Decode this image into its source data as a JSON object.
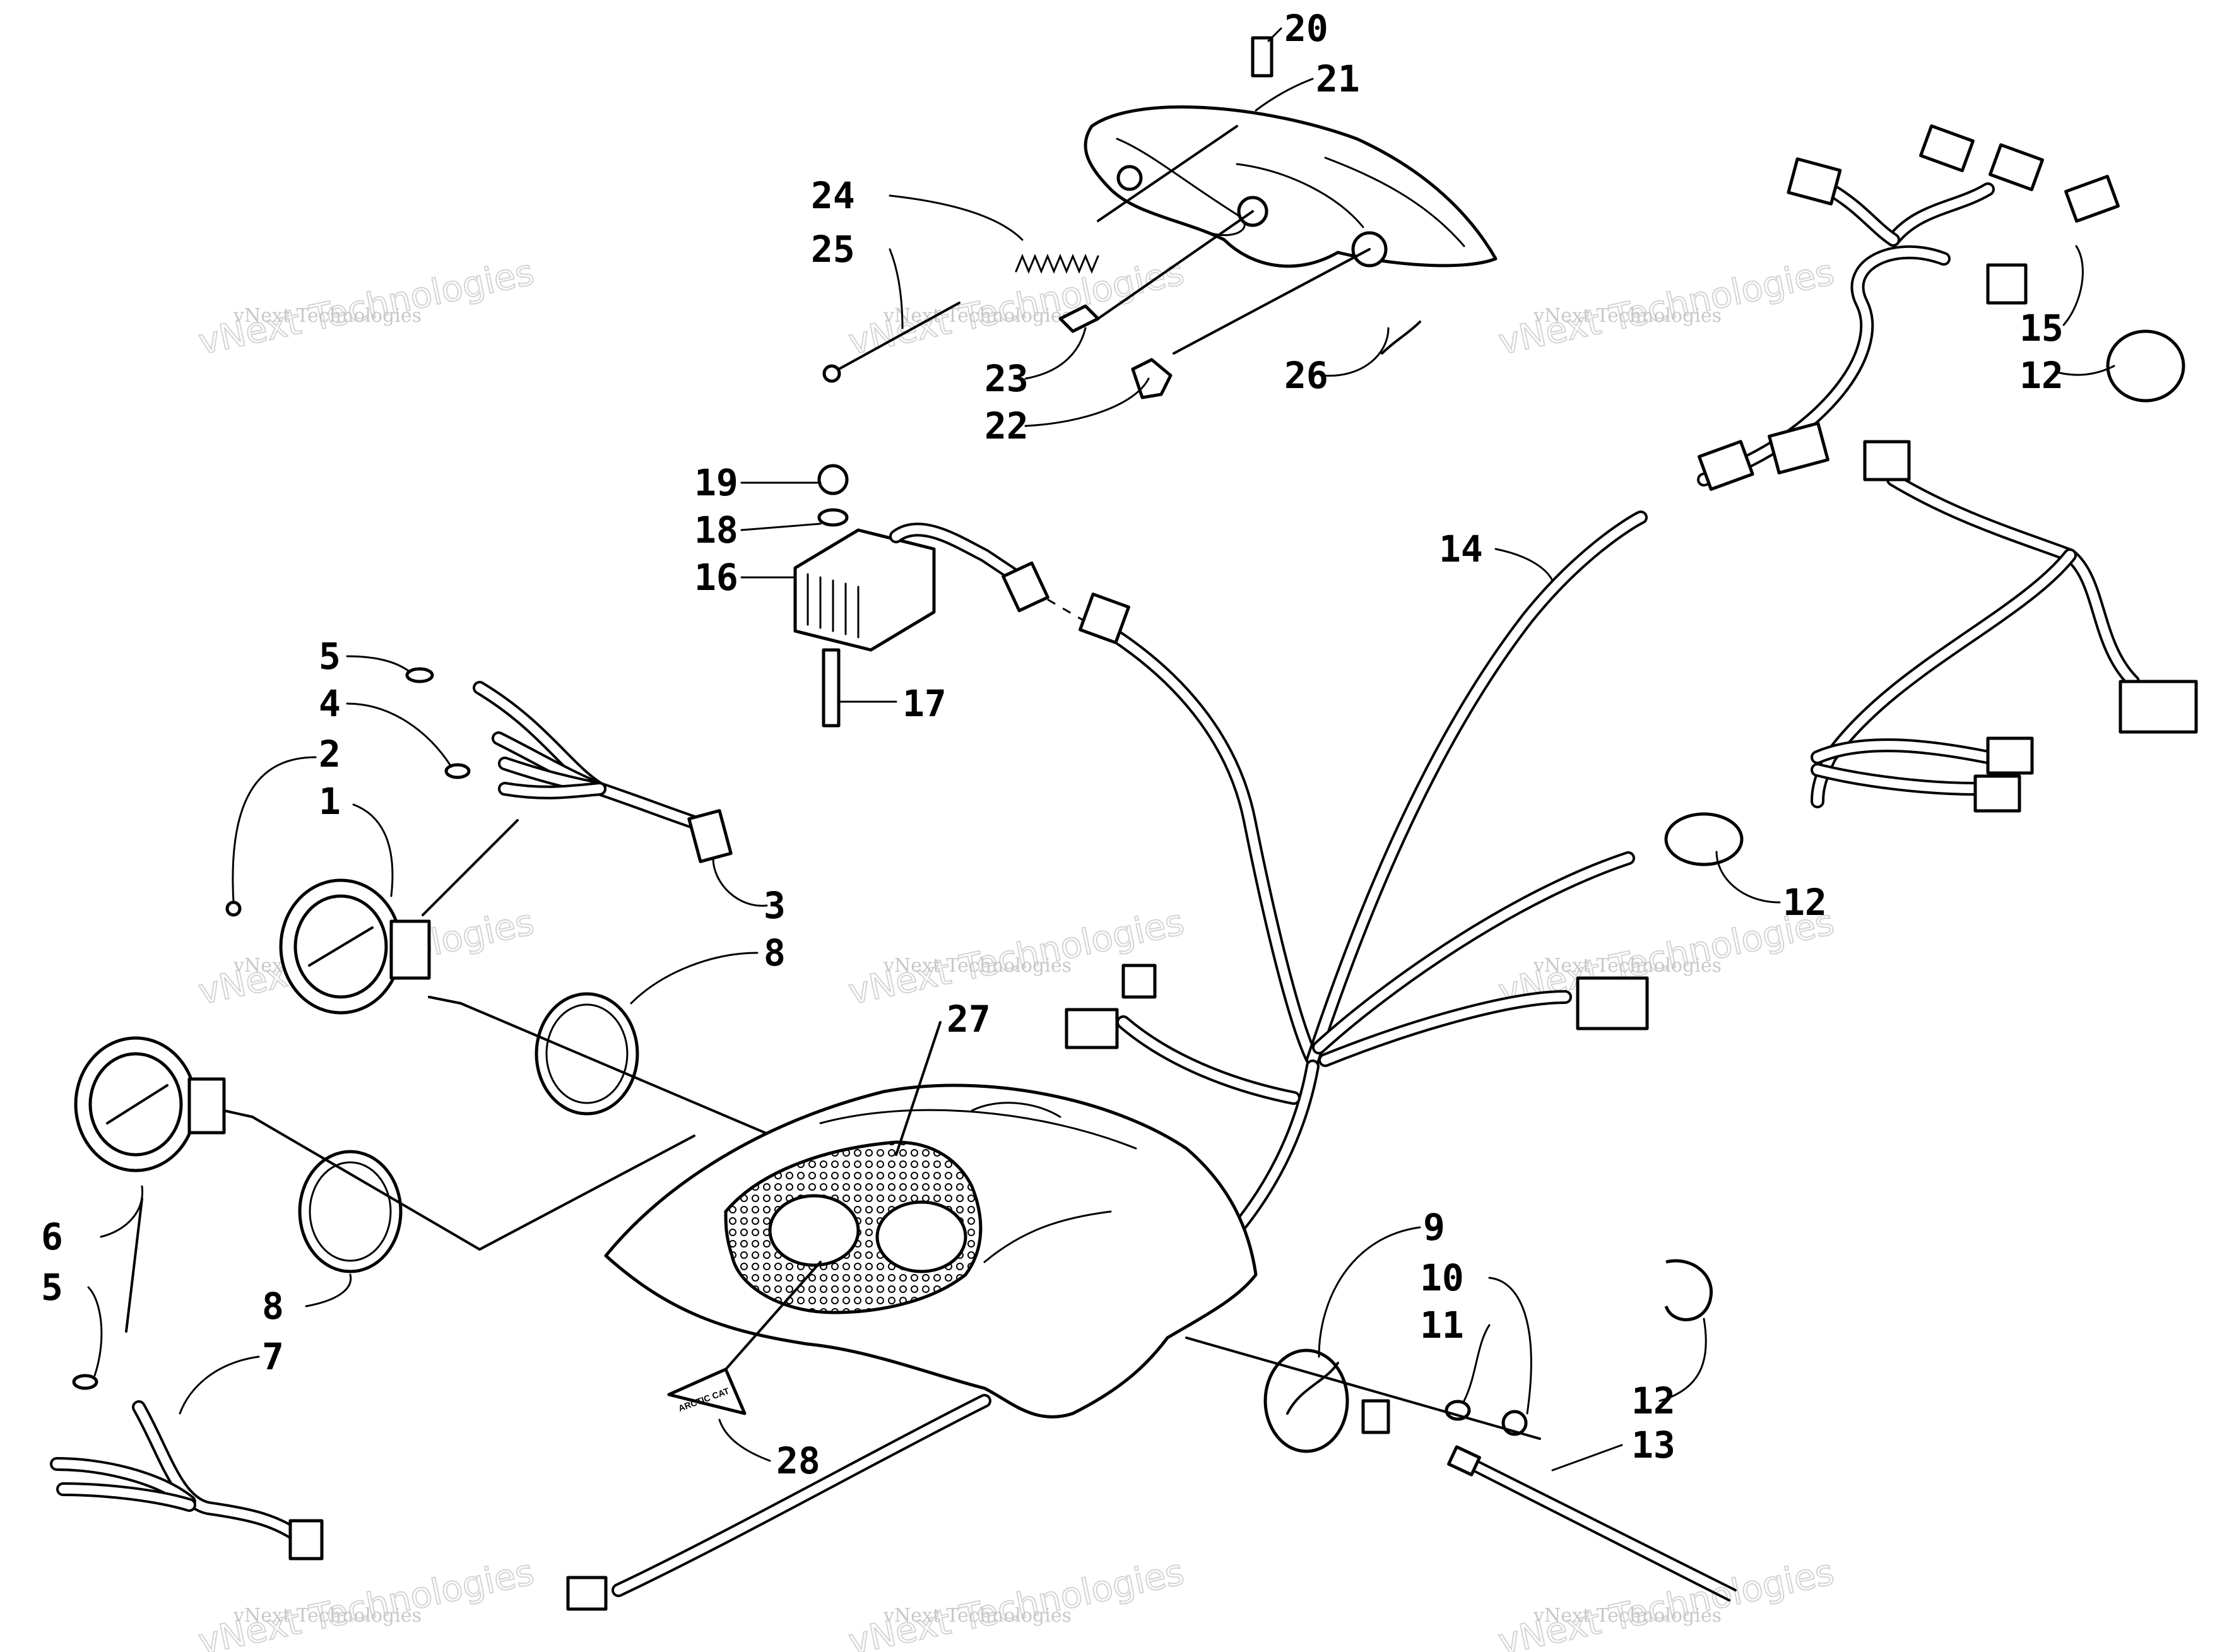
{
  "diagram": {
    "callouts": [
      {
        "id": "c20",
        "text": "20"
      },
      {
        "id": "c21",
        "text": "21"
      },
      {
        "id": "c24",
        "text": "24"
      },
      {
        "id": "c25",
        "text": "25"
      },
      {
        "id": "c23",
        "text": "23"
      },
      {
        "id": "c22",
        "text": "22"
      },
      {
        "id": "c26",
        "text": "26"
      },
      {
        "id": "c15",
        "text": "15"
      },
      {
        "id": "c12a",
        "text": "12"
      },
      {
        "id": "c19",
        "text": "19"
      },
      {
        "id": "c18",
        "text": "18"
      },
      {
        "id": "c16",
        "text": "16"
      },
      {
        "id": "c17",
        "text": "17"
      },
      {
        "id": "c14",
        "text": "14"
      },
      {
        "id": "c5a",
        "text": "5"
      },
      {
        "id": "c4",
        "text": "4"
      },
      {
        "id": "c2",
        "text": "2"
      },
      {
        "id": "c1",
        "text": "1"
      },
      {
        "id": "c3",
        "text": "3"
      },
      {
        "id": "c8a",
        "text": "8"
      },
      {
        "id": "c12b",
        "text": "12"
      },
      {
        "id": "c27",
        "text": "27"
      },
      {
        "id": "c6",
        "text": "6"
      },
      {
        "id": "c5b",
        "text": "5"
      },
      {
        "id": "c8b",
        "text": "8"
      },
      {
        "id": "c7",
        "text": "7"
      },
      {
        "id": "c9",
        "text": "9"
      },
      {
        "id": "c10",
        "text": "10"
      },
      {
        "id": "c11",
        "text": "11"
      },
      {
        "id": "c12c",
        "text": "12"
      },
      {
        "id": "c13",
        "text": "13"
      },
      {
        "id": "c28",
        "text": "28"
      }
    ],
    "watermark": {
      "small": "vNext Technologies",
      "big": "vNext Technologies"
    },
    "decal_text": "ARCTIC CAT"
  }
}
